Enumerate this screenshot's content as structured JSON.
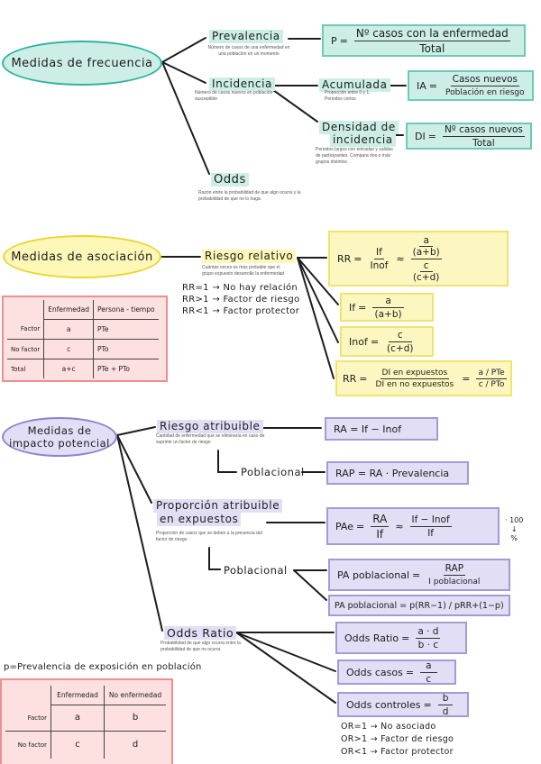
{
  "colors": {
    "teal": "#cdeee6",
    "teal_border": "#2fb3a0",
    "yellow": "#fdf7b8",
    "yellow_border": "#e9d630",
    "purple": "#e2def5",
    "purple_border": "#8e84cc",
    "pink": "#fde0e0",
    "pink_border": "#ef8f8f",
    "line": "#1d1d1d"
  },
  "frecuencia": {
    "title": "Medidas de frecuencia",
    "prevalencia": {
      "label": "Prevalencia",
      "note": "Número de casos de una enfermedad en una población en un momento",
      "formula": {
        "lhs": "P",
        "eq": "=",
        "num": "Nº casos con la enfermedad",
        "den": "Total"
      }
    },
    "incidencia": {
      "label": "Incidencia",
      "note": "Número de casos nuevos en población susceptible",
      "acumulada": {
        "label": "Acumulada",
        "note": "Proporción entre 0 y 1. Periodos cortos",
        "formula": {
          "lhs": "IA",
          "eq": "=",
          "num": "Casos nuevos",
          "den": "Población en riesgo"
        }
      },
      "densidad": {
        "label_line1": "Densidad de",
        "label_line2": "incidencia",
        "note": "Periodos largos con entradas y salidas de participantes. Compara dos o más grupos distintos",
        "formula": {
          "lhs": "DI",
          "eq": "=",
          "num": "Nº casos nuevos",
          "den": "Total"
        }
      }
    },
    "odds": {
      "label": "Odds",
      "note": "Razón entre la probabilidad de que algo ocurra y la probabilidad de que no lo haga."
    }
  },
  "asociacion": {
    "title": "Medidas de asociación",
    "riesgo_relativo": {
      "label": "Riesgo relativo",
      "note": "Cuántas veces es más probable que el grupo expuesto desarrolle la enfermedad",
      "rules": [
        "RR=1 → No hay relación",
        "RR>1 → Factor de riesgo",
        "RR<1 → Factor protector"
      ]
    },
    "formulas": {
      "rr": {
        "lhs": "RR",
        "eq": "=",
        "num1": "If",
        "den1": "Inof",
        "approx": "≈",
        "num2_num": "a",
        "num2_den": "(a+b)",
        "den2_num": "c",
        "den2_den": "(c+d)"
      },
      "if": {
        "lhs": "If",
        "eq": "=",
        "num": "a",
        "den": "(a+b)"
      },
      "inof": {
        "lhs": "Inof",
        "eq": "=",
        "num": "c",
        "den": "(c+d)"
      },
      "rr_di": {
        "lhs": "RR",
        "eq": "=",
        "num": "DI en expuestos",
        "den": "DI en no expuestos",
        "eq2": "=",
        "num2": "a / PTe",
        "den2": "c / PTo"
      }
    },
    "table": {
      "headers": [
        "",
        "Enfermedad",
        "Persona - tiempo"
      ],
      "rows": [
        [
          "Factor",
          "a",
          "PTe"
        ],
        [
          "No factor",
          "c",
          "PTo"
        ],
        [
          "Total",
          "a+c",
          "PTe + PTo"
        ]
      ]
    }
  },
  "impacto": {
    "title_line1": "Medidas de",
    "title_line2": "impacto potencial",
    "riesgo_atribuible": {
      "label": "Riesgo atribuible",
      "note": "Cantidad de enfermedad que se eliminaría en caso de suprimir un factor de riesgo",
      "formula": {
        "text": "RA = If − Inof"
      },
      "poblacional": {
        "label": "Poblacional",
        "formula": "RAP = RA · Prevalencia"
      }
    },
    "proporcion_atribuible": {
      "label_line1": "Proporción atribuible",
      "label_line2": "en expuestos",
      "note": "Proporción de casos que se deben a la presencia del factor de riesgo",
      "formula": {
        "lhs": "PAe",
        "eq": "=",
        "num1": "RA",
        "den1": "If",
        "approx": "≈",
        "num2": "If − Inof",
        "den2": "If",
        "tail1": "· 100",
        "tail2": "↓",
        "tail3": "%"
      },
      "poblacional": {
        "label": "Poblacional",
        "formula1": {
          "lhs": "PA poblacional",
          "eq": "=",
          "num": "RAP",
          "den": "I poblacional"
        },
        "formula2": "PA poblacional = p(RR−1) / pRR+(1−p)"
      }
    },
    "odds_ratio": {
      "label": "Odds Ratio",
      "note": "Probabilidad de que algo ocurra entre la probabilidad de que no ocurra",
      "formulas": {
        "or": {
          "lhs": "Odds Ratio",
          "eq": "=",
          "num": "a · d",
          "den": "b · c"
        },
        "casos": {
          "lhs": "Odds casos",
          "eq": "=",
          "num": "a",
          "den": "c"
        },
        "controles": {
          "lhs": "Odds controles",
          "eq": "=",
          "num": "b",
          "den": "d"
        }
      },
      "rules": [
        "OR=1 → No asociado",
        "OR>1 → Factor de riesgo",
        "OR<1 → Factor protector"
      ]
    },
    "p_definition": "p=Prevalencia de exposición en población",
    "table": {
      "headers": [
        "",
        "Enfermedad",
        "No enfermedad"
      ],
      "rows": [
        [
          "Factor",
          "a",
          "b"
        ],
        [
          "No factor",
          "c",
          "d"
        ]
      ]
    }
  }
}
